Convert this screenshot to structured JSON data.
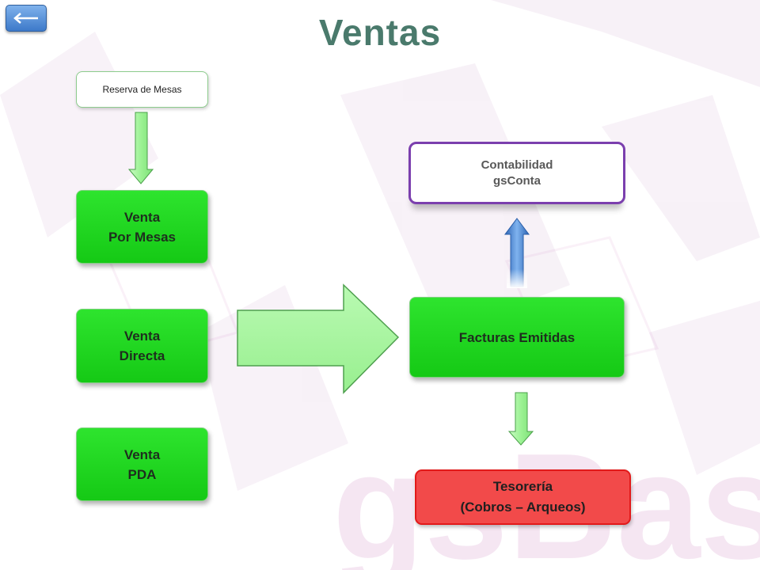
{
  "title": "Ventas",
  "nav": {
    "back_icon": "left-arrow-icon"
  },
  "nodes": {
    "reserva": "Reserva de Mesas",
    "venta_mesas": "Venta\nPor Mesas",
    "venta_directa": "Venta\nDirecta",
    "venta_pda": "Venta\nPDA",
    "facturas": "Facturas  Emitidas",
    "contabilidad": "Contabilidad\ngsConta",
    "tesoreria": "Tesorería\n(Cobros – Arqueos)"
  },
  "watermark": "gsBase",
  "colors": {
    "title": "#4a7a6c",
    "node_green": "#22d822",
    "arrow_green": "#a8f7a0",
    "arrow_blue": "#3f7fcf",
    "tesoreria_red": "#f24a4a",
    "contabilidad_border": "#7b3fae"
  }
}
